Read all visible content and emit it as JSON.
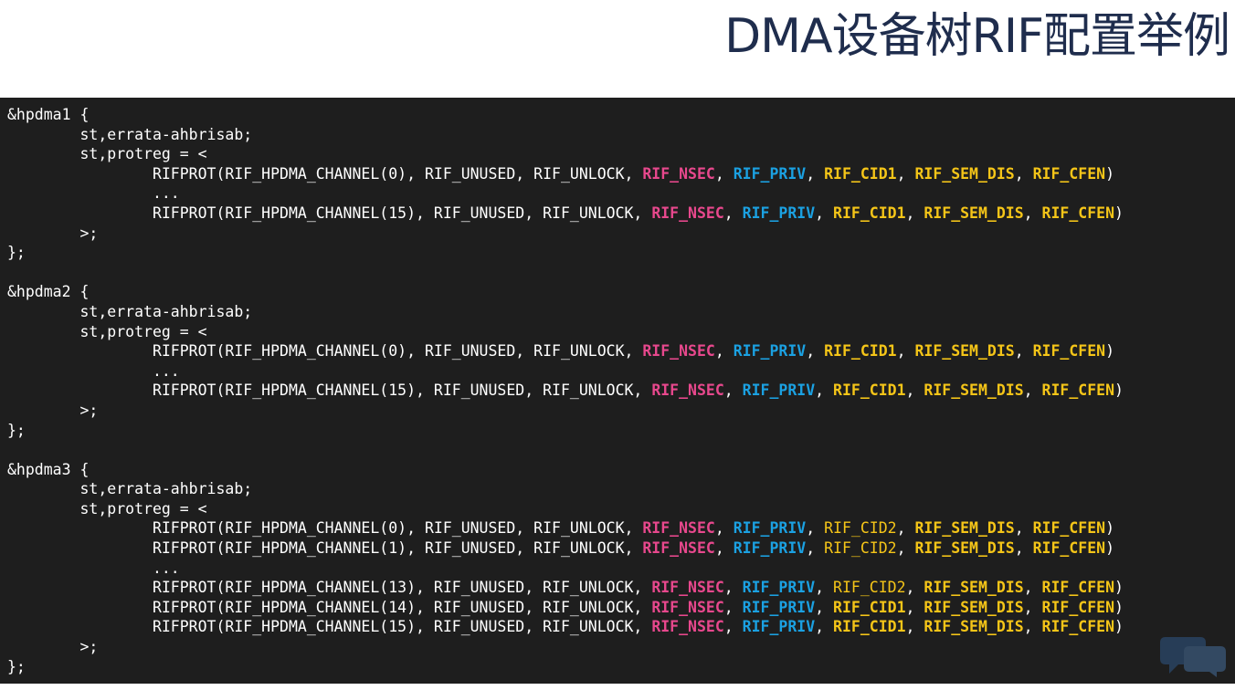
{
  "title": "DMA设备树RIF配置举例",
  "colors": {
    "title": "#1f2d4d",
    "code_background": "#1e1e1e",
    "code_text": "#ffffff",
    "nsec": "#e8488d",
    "priv": "#1ba1e2",
    "cid_semdis_cfen": "#f5c518"
  },
  "code_lines": [
    [
      {
        "t": "&hpdma1 {"
      }
    ],
    [
      {
        "t": "        st,errata-ahbrisab;"
      }
    ],
    [
      {
        "t": "        st,protreg = <"
      }
    ],
    [
      {
        "t": "                RIFPROT(RIF_HPDMA_CHANNEL(0), RIF_UNUSED, RIF_UNLOCK, "
      },
      {
        "t": "RIF_NSEC",
        "c": "nsec"
      },
      {
        "t": ", "
      },
      {
        "t": "RIF_PRIV",
        "c": "priv"
      },
      {
        "t": ", "
      },
      {
        "t": "RIF_CID1",
        "c": "gold"
      },
      {
        "t": ", "
      },
      {
        "t": "RIF_SEM_DIS",
        "c": "gold"
      },
      {
        "t": ", "
      },
      {
        "t": "RIF_CFEN",
        "c": "gold"
      },
      {
        "t": ")"
      }
    ],
    [
      {
        "t": "                ..."
      }
    ],
    [
      {
        "t": "                RIFPROT(RIF_HPDMA_CHANNEL(15), RIF_UNUSED, RIF_UNLOCK, "
      },
      {
        "t": "RIF_NSEC",
        "c": "nsec"
      },
      {
        "t": ", "
      },
      {
        "t": "RIF_PRIV",
        "c": "priv"
      },
      {
        "t": ", "
      },
      {
        "t": "RIF_CID1",
        "c": "gold"
      },
      {
        "t": ", "
      },
      {
        "t": "RIF_SEM_DIS",
        "c": "gold"
      },
      {
        "t": ", "
      },
      {
        "t": "RIF_CFEN",
        "c": "gold"
      },
      {
        "t": ")"
      }
    ],
    [
      {
        "t": "        >;"
      }
    ],
    [
      {
        "t": "};"
      }
    ],
    [
      {
        "t": ""
      }
    ],
    [
      {
        "t": "&hpdma2 {"
      }
    ],
    [
      {
        "t": "        st,errata-ahbrisab;"
      }
    ],
    [
      {
        "t": "        st,protreg = <"
      }
    ],
    [
      {
        "t": "                RIFPROT(RIF_HPDMA_CHANNEL(0), RIF_UNUSED, RIF_UNLOCK, "
      },
      {
        "t": "RIF_NSEC",
        "c": "nsec"
      },
      {
        "t": ", "
      },
      {
        "t": "RIF_PRIV",
        "c": "priv"
      },
      {
        "t": ", "
      },
      {
        "t": "RIF_CID1",
        "c": "gold"
      },
      {
        "t": ", "
      },
      {
        "t": "RIF_SEM_DIS",
        "c": "gold"
      },
      {
        "t": ", "
      },
      {
        "t": "RIF_CFEN",
        "c": "gold"
      },
      {
        "t": ")"
      }
    ],
    [
      {
        "t": "                ..."
      }
    ],
    [
      {
        "t": "                RIFPROT(RIF_HPDMA_CHANNEL(15), RIF_UNUSED, RIF_UNLOCK, "
      },
      {
        "t": "RIF_NSEC",
        "c": "nsec"
      },
      {
        "t": ", "
      },
      {
        "t": "RIF_PRIV",
        "c": "priv"
      },
      {
        "t": ", "
      },
      {
        "t": "RIF_CID1",
        "c": "gold"
      },
      {
        "t": ", "
      },
      {
        "t": "RIF_SEM_DIS",
        "c": "gold"
      },
      {
        "t": ", "
      },
      {
        "t": "RIF_CFEN",
        "c": "gold"
      },
      {
        "t": ")"
      }
    ],
    [
      {
        "t": "        >;"
      }
    ],
    [
      {
        "t": "};"
      }
    ],
    [
      {
        "t": ""
      }
    ],
    [
      {
        "t": "&hpdma3 {"
      }
    ],
    [
      {
        "t": "        st,errata-ahbrisab;"
      }
    ],
    [
      {
        "t": "        st,protreg = <"
      }
    ],
    [
      {
        "t": "                RIFPROT(RIF_HPDMA_CHANNEL(0), RIF_UNUSED, RIF_UNLOCK, "
      },
      {
        "t": "RIF_NSEC",
        "c": "nsec"
      },
      {
        "t": ", "
      },
      {
        "t": "RIF_PRIV",
        "c": "priv"
      },
      {
        "t": ", "
      },
      {
        "t": "RIF_CID2",
        "c": "gold-normal"
      },
      {
        "t": ", "
      },
      {
        "t": "RIF_SEM_DIS",
        "c": "gold"
      },
      {
        "t": ", "
      },
      {
        "t": "RIF_CFEN",
        "c": "gold"
      },
      {
        "t": ")"
      }
    ],
    [
      {
        "t": "                RIFPROT(RIF_HPDMA_CHANNEL(1), RIF_UNUSED, RIF_UNLOCK, "
      },
      {
        "t": "RIF_NSEC",
        "c": "nsec"
      },
      {
        "t": ", "
      },
      {
        "t": "RIF_PRIV",
        "c": "priv"
      },
      {
        "t": ", "
      },
      {
        "t": "RIF_CID2",
        "c": "gold-normal"
      },
      {
        "t": ", "
      },
      {
        "t": "RIF_SEM_DIS",
        "c": "gold"
      },
      {
        "t": ", "
      },
      {
        "t": "RIF_CFEN",
        "c": "gold"
      },
      {
        "t": ")"
      }
    ],
    [
      {
        "t": "                ..."
      }
    ],
    [
      {
        "t": "                RIFPROT(RIF_HPDMA_CHANNEL(13), RIF_UNUSED, RIF_UNLOCK, "
      },
      {
        "t": "RIF_NSEC",
        "c": "nsec"
      },
      {
        "t": ", "
      },
      {
        "t": "RIF_PRIV",
        "c": "priv"
      },
      {
        "t": ", "
      },
      {
        "t": "RIF_CID2",
        "c": "gold-normal"
      },
      {
        "t": ", "
      },
      {
        "t": "RIF_SEM_DIS",
        "c": "gold"
      },
      {
        "t": ", "
      },
      {
        "t": "RIF_CFEN",
        "c": "gold"
      },
      {
        "t": ")"
      }
    ],
    [
      {
        "t": "                RIFPROT(RIF_HPDMA_CHANNEL(14), RIF_UNUSED, RIF_UNLOCK, "
      },
      {
        "t": "RIF_NSEC",
        "c": "nsec"
      },
      {
        "t": ", "
      },
      {
        "t": "RIF_PRIV",
        "c": "priv"
      },
      {
        "t": ", "
      },
      {
        "t": "RIF_CID1",
        "c": "gold"
      },
      {
        "t": ", "
      },
      {
        "t": "RIF_SEM_DIS",
        "c": "gold"
      },
      {
        "t": ", "
      },
      {
        "t": "RIF_CFEN",
        "c": "gold"
      },
      {
        "t": ")"
      }
    ],
    [
      {
        "t": "                RIFPROT(RIF_HPDMA_CHANNEL(15), RIF_UNUSED, RIF_UNLOCK, "
      },
      {
        "t": "RIF_NSEC",
        "c": "nsec"
      },
      {
        "t": ", "
      },
      {
        "t": "RIF_PRIV",
        "c": "priv"
      },
      {
        "t": ", "
      },
      {
        "t": "RIF_CID1",
        "c": "gold"
      },
      {
        "t": ", "
      },
      {
        "t": "RIF_SEM_DIS",
        "c": "gold"
      },
      {
        "t": ", "
      },
      {
        "t": "RIF_CFEN",
        "c": "gold"
      },
      {
        "t": ")"
      }
    ],
    [
      {
        "t": "        >;"
      }
    ],
    [
      {
        "t": "};"
      }
    ]
  ],
  "watermark_icon": "chat-bubble-icon"
}
